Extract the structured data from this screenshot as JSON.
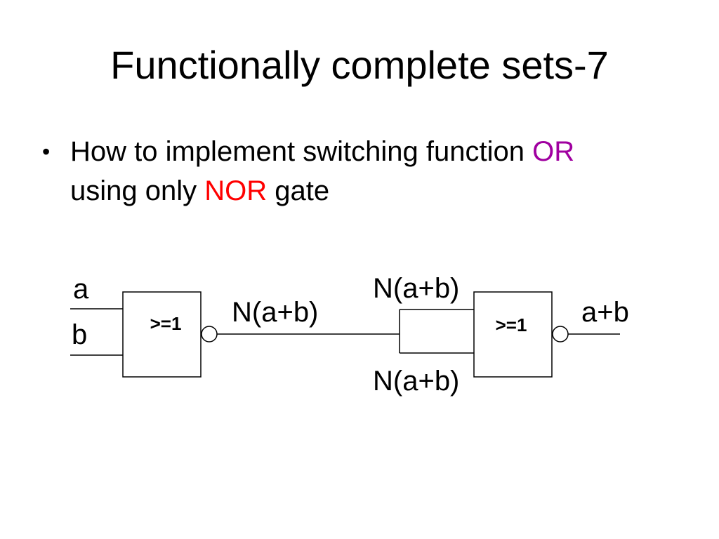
{
  "title": "Functionally complete sets-7",
  "bullet": {
    "marker": "•",
    "text_before": "How to implement switching function ",
    "keyword_or": "OR",
    "text_middle": "using only ",
    "keyword_nor": "NOR",
    "text_after": " gate",
    "colors": {
      "or": "#a000a0",
      "nor": "#ff0000"
    }
  },
  "diagram": {
    "input_a": "a",
    "input_b": "b",
    "gate1_symbol": ">=1",
    "gate1_output": "N(a+b)",
    "gate2_input_top": "N(a+b)",
    "gate2_input_bottom": "N(a+b)",
    "gate2_symbol": ">=1",
    "gate2_output": "a+b"
  }
}
